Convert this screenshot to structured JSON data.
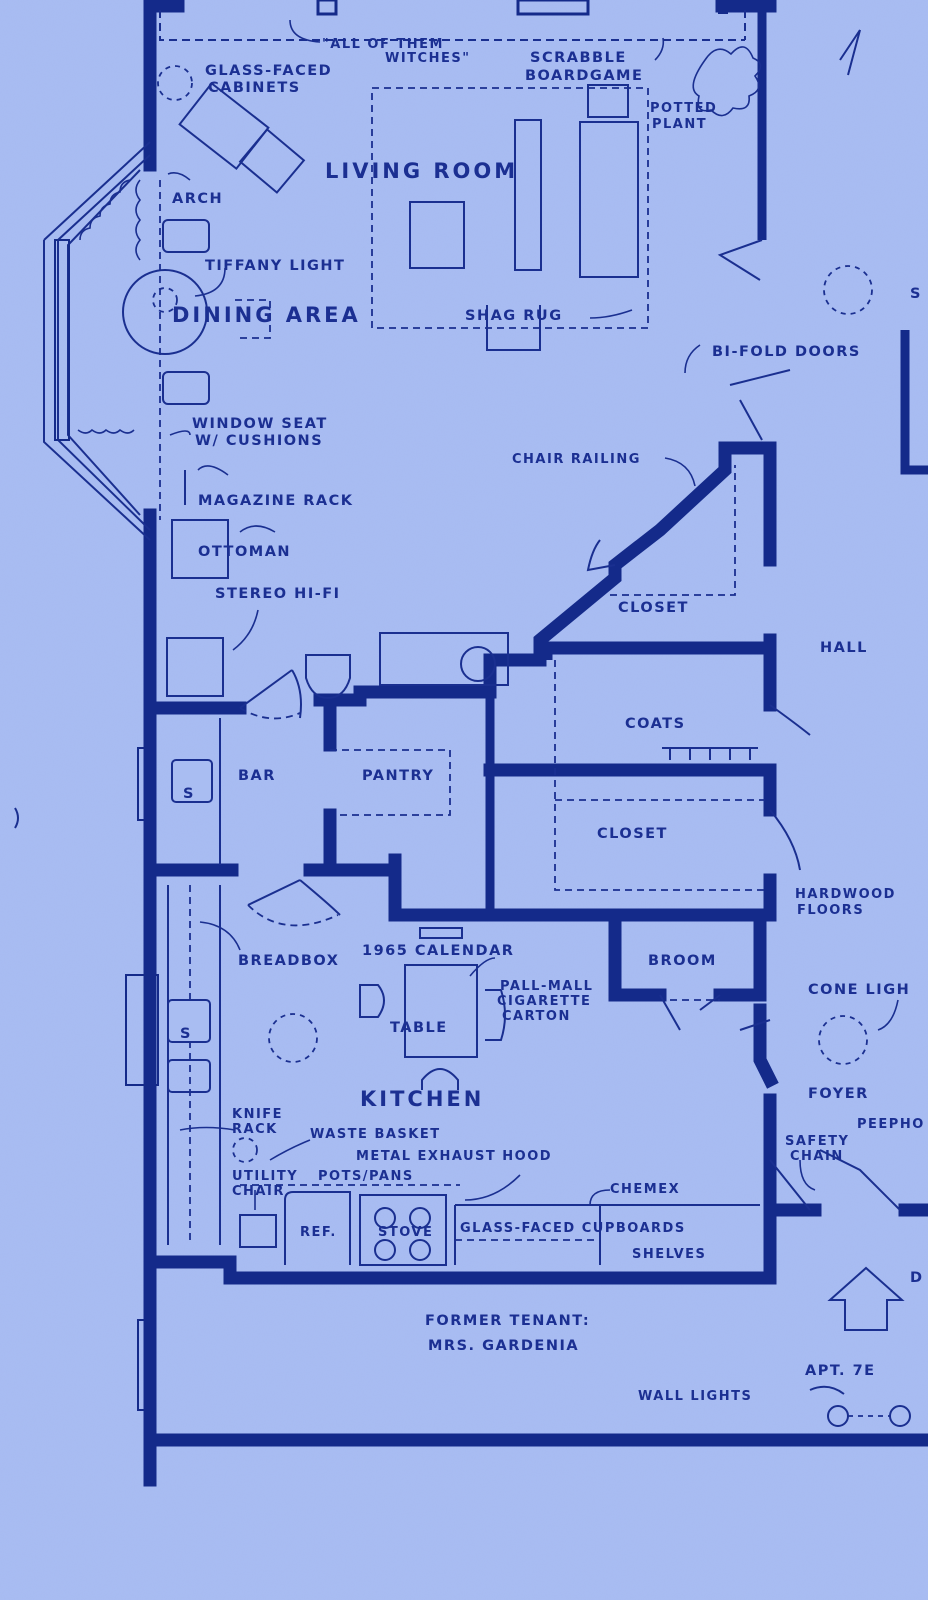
{
  "labels": {
    "all_witches_l1": "\"ALL OF THEM",
    "all_witches_l2": "WITCHES\"",
    "scrabble_l1": "SCRABBLE",
    "scrabble_l2": "BOARDGAME",
    "glass_cab_l1": "GLASS-FACED",
    "glass_cab_l2": "CABINETS",
    "potted_l1": "POTTED",
    "potted_l2": "PLANT",
    "living_room": "LIVING ROOM",
    "arch": "ARCH",
    "tiffany": "TIFFANY LIGHT",
    "dining": "DINING AREA",
    "shag": "SHAG RUG",
    "bifold": "BI-FOLD DOORS",
    "window_l1": "WINDOW SEAT",
    "window_l2": "W/ CUSHIONS",
    "chair_railing": "CHAIR RAILING",
    "magazine": "MAGAZINE RACK",
    "ottoman": "OTTOMAN",
    "stereo": "STEREO HI-FI",
    "closet_upper": "CLOSET",
    "hall": "HALL",
    "coats": "COATS",
    "bar": "BAR",
    "pantry": "PANTRY",
    "closet_lower": "CLOSET",
    "hardwood_l1": "HARDWOOD",
    "hardwood_l2": "FLOORS",
    "breadbox": "BREADBOX",
    "calendar": "1965 CALENDAR",
    "broom": "BROOM",
    "pall_l1": "PALL-MALL",
    "pall_l2": "CIGARETTE",
    "pall_l3": "CARTON",
    "cone_light": "CONE LIGH",
    "table": "TABLE",
    "kitchen": "KITCHEN",
    "foyer": "FOYER",
    "peephole": "PEEPHO",
    "knife_l1": "KNIFE",
    "knife_l2": "RACK",
    "waste": "WASTE BASKET",
    "safety_l1": "SAFETY",
    "safety_l2": "CHAIN",
    "exhaust": "METAL EXHAUST HOOD",
    "utility_l1": "UTILITY",
    "utility_l2": "CHAIR",
    "pots": "POTS/PANS",
    "chemex": "CHEMEX",
    "ref": "REF.",
    "stove": "STOVE",
    "cupboards": "GLASS-FACED CUPBOARDS",
    "shelves": "SHELVES",
    "tenant_l1": "FORMER TENANT:",
    "tenant_l2": "MRS. GARDENIA",
    "apt": "APT. 7E",
    "wall_lights": "WALL LIGHTS",
    "sink_symbol": "S",
    "edge_s": "S",
    "edge_d": "D"
  },
  "colors": {
    "paper": "#a9bdf2",
    "ink": "#142a8a"
  }
}
